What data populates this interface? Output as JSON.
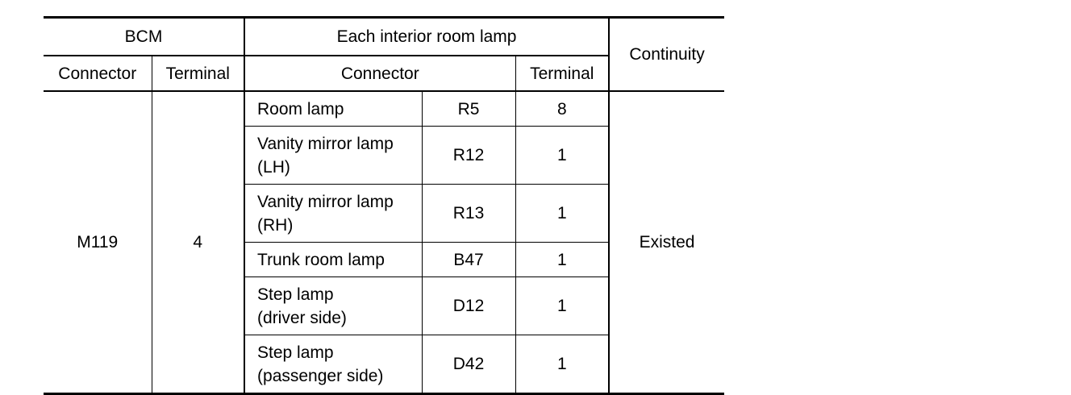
{
  "table": {
    "header": {
      "bcm": "BCM",
      "each_lamp": "Each interior room lamp",
      "continuity": "Continuity",
      "bcm_connector": "Connector",
      "bcm_terminal": "Terminal",
      "lamp_connector": "Connector",
      "lamp_terminal": "Terminal"
    },
    "bcm_connector_value": "M119",
    "bcm_terminal_value": "4",
    "continuity_value": "Existed",
    "rows": [
      {
        "lamp": "Room lamp",
        "connector": "R5",
        "terminal": "8"
      },
      {
        "lamp_line1": "Vanity mirror lamp",
        "lamp_line2": "(LH)",
        "connector": "R12",
        "terminal": "1"
      },
      {
        "lamp_line1": "Vanity mirror lamp",
        "lamp_line2": "(RH)",
        "connector": "R13",
        "terminal": "1"
      },
      {
        "lamp": "Trunk room lamp",
        "connector": "B47",
        "terminal": "1"
      },
      {
        "lamp_line1": "Step lamp",
        "lamp_line2": "(driver side)",
        "connector": "D12",
        "terminal": "1"
      },
      {
        "lamp_line1": "Step lamp",
        "lamp_line2": "(passenger side)",
        "connector": "D42",
        "terminal": "1"
      }
    ]
  }
}
